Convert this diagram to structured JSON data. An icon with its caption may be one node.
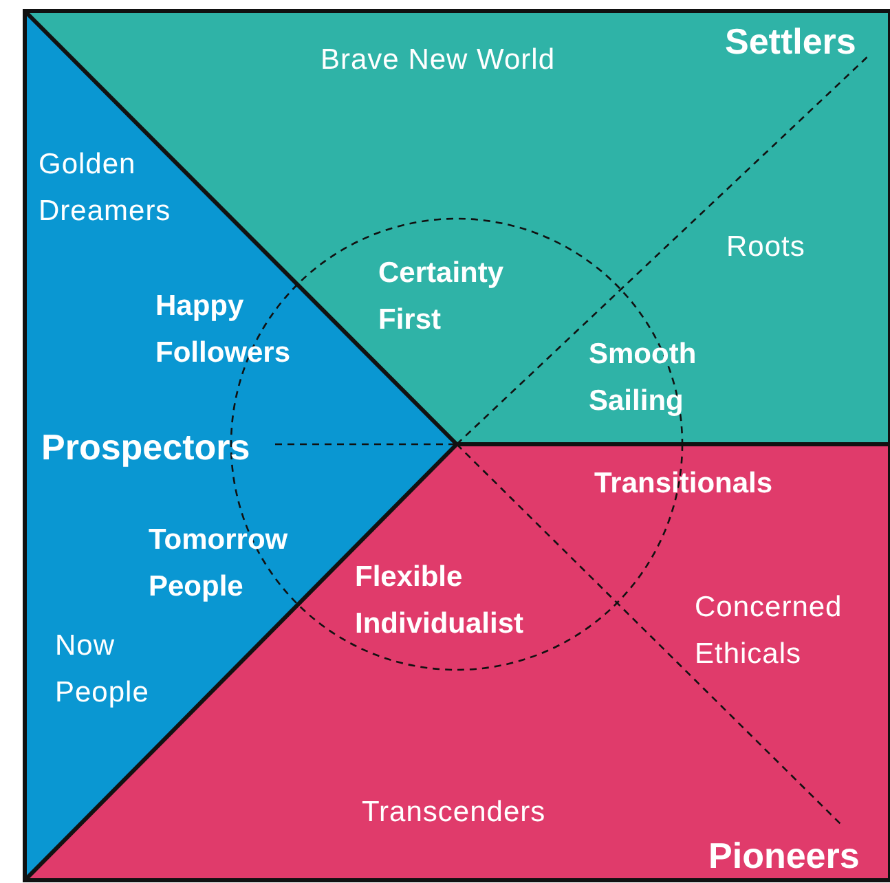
{
  "diagram": {
    "nodes": [
      {
        "text": [
          "Settlers",
          "Brave New World",
          "Roots",
          "Certainty First",
          "Smooth Sailing"
        ]
      },
      {
        "text": [
          "Golden Dreamers",
          "Happy Followers",
          "Prospectors",
          "Tomorrow People",
          "Now People"
        ]
      },
      {
        "text": [
          "Transitionals",
          "Flexible Individualist",
          "Concerned Ethicals",
          "Transcenders",
          "Pioneers"
        ]
      }
    ]
  }
}
